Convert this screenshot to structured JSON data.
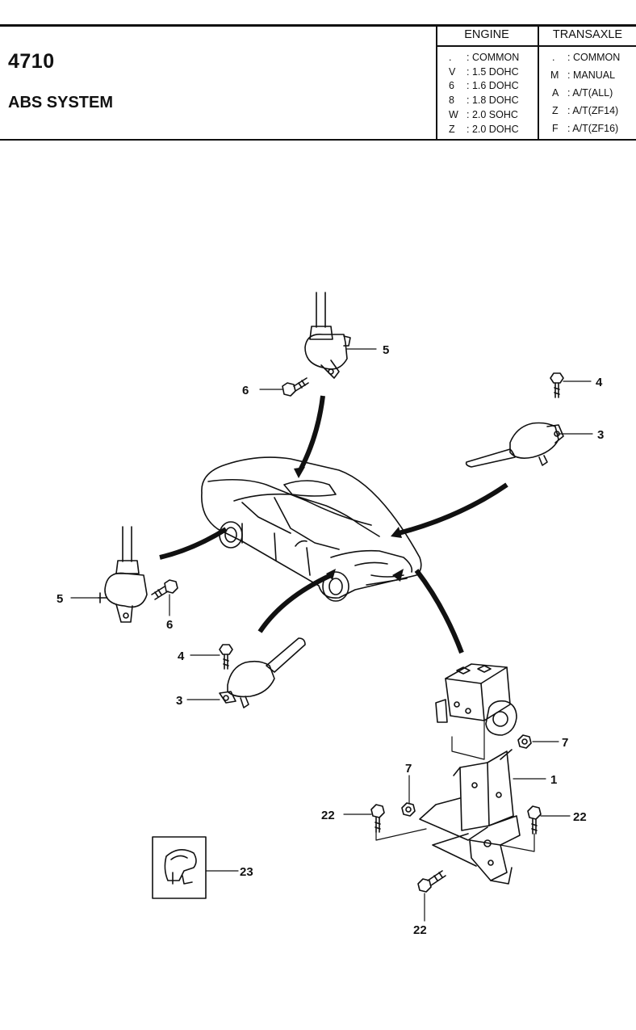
{
  "header": {
    "code": "4710",
    "title": "ABS SYSTEM"
  },
  "legend": {
    "engine": {
      "heading": "ENGINE",
      "rows": [
        {
          "key": ".",
          "value": ": COMMON"
        },
        {
          "key": "V",
          "value": ": 1.5 DOHC"
        },
        {
          "key": "6",
          "value": ": 1.6 DOHC"
        },
        {
          "key": "8",
          "value": ": 1.8 DOHC"
        },
        {
          "key": "W",
          "value": ": 2.0 SOHC"
        },
        {
          "key": "Z",
          "value": ": 2.0 DOHC"
        }
      ]
    },
    "transaxle": {
      "heading": "TRANSAXLE",
      "rows": [
        {
          "key": ".",
          "value": ": COMMON"
        },
        {
          "key": "M",
          "value": ": MANUAL"
        },
        {
          "key": "A",
          "value": ": A/T(ALL)"
        },
        {
          "key": "Z",
          "value": ": A/T(ZF14)"
        },
        {
          "key": "F",
          "value": ": A/T(ZF16)"
        }
      ]
    }
  },
  "callouts": {
    "c5a": "5",
    "c6a": "6",
    "c4a": "4",
    "c3a": "3",
    "c5b": "5",
    "c6b": "6",
    "c4b": "4",
    "c3b": "3",
    "c7a": "7",
    "c7b": "7",
    "c1": "1",
    "c22a": "22",
    "c22b": "22",
    "c22c": "22",
    "c23": "23"
  }
}
